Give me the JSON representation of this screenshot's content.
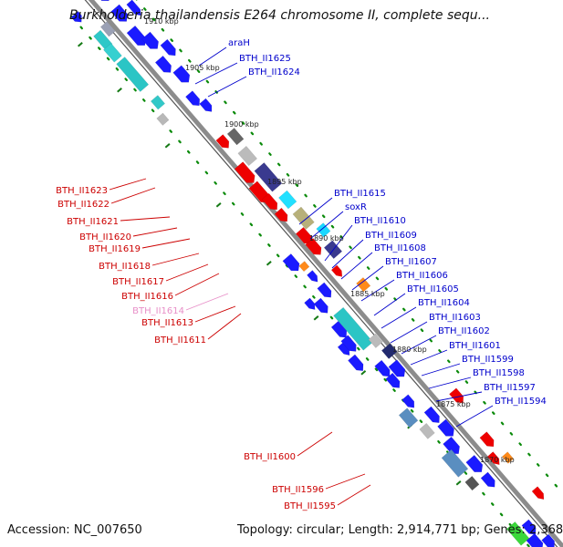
{
  "title": "Burkholderia thailandensis E264 chromosome II, complete sequ...",
  "footer": {
    "accession_label": "Accession:",
    "accession": "NC_007650",
    "topology_label": "Topology:",
    "topology": "circular;",
    "length_label": "Length:",
    "length": "2,914,771 bp;",
    "genes_label": "Genes:",
    "genes": "2,368"
  },
  "colors": {
    "backbone": "#8c8c8c",
    "dots": "#0a8a0a",
    "ticks": "#157a15",
    "left_label": "#cc0000",
    "right_label": "#0000cc",
    "faint_label": "#e88fc8"
  },
  "kbp_labels": [
    {
      "text": "1910 kbp",
      "faint": true
    },
    {
      "text": "1905 kbp"
    },
    {
      "text": "1900 kbp"
    },
    {
      "text": "1895 kbp"
    },
    {
      "text": "1890 kbp"
    },
    {
      "text": "1885 kbp"
    },
    {
      "text": "1880 kbp"
    },
    {
      "text": "1875 kbp"
    },
    {
      "text": "1870 kbp"
    }
  ],
  "left_labels": [
    {
      "text": "BTH_II1623"
    },
    {
      "text": "BTH_II1622"
    },
    {
      "text": "BTH_II1621"
    },
    {
      "text": "BTH_II1620"
    },
    {
      "text": "BTH_II1619"
    },
    {
      "text": "BTH_II1618"
    },
    {
      "text": "BTH_II1617"
    },
    {
      "text": "BTH_II1616"
    },
    {
      "text": "BTH_II1614",
      "faint": true
    },
    {
      "text": "BTH_II1613"
    },
    {
      "text": "BTH_II1611"
    },
    {
      "text": "BTH_II1600"
    },
    {
      "text": "BTH_II1596"
    },
    {
      "text": "BTH_II1595"
    }
  ],
  "right_labels": [
    {
      "text": "araH"
    },
    {
      "text": "BTH_II1625"
    },
    {
      "text": "BTH_II1624"
    },
    {
      "text": "BTH_II1615"
    },
    {
      "text": "soxR"
    },
    {
      "text": "BTH_II1610"
    },
    {
      "text": "BTH_II1609"
    },
    {
      "text": "BTH_II1608"
    },
    {
      "text": "BTH_II1607"
    },
    {
      "text": "BTH_II1606"
    },
    {
      "text": "BTH_II1605"
    },
    {
      "text": "BTH_II1604"
    },
    {
      "text": "BTH_II1603"
    },
    {
      "text": "BTH_II1602"
    },
    {
      "text": "BTH_II1601"
    },
    {
      "text": "BTH_II1599"
    },
    {
      "text": "BTH_II1598"
    },
    {
      "text": "BTH_II1597"
    },
    {
      "text": "BTH_II1594"
    }
  ]
}
